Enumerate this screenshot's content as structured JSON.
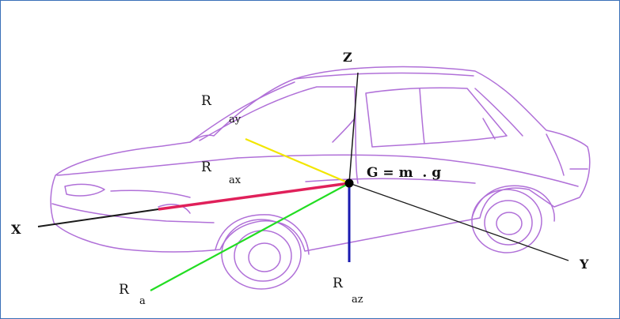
{
  "axes": {
    "z": "Z",
    "x": "X",
    "y": "Y"
  },
  "labels": {
    "ray_R": "R",
    "ray_sub": "ay",
    "rax_R": "R",
    "rax_sub": "ax",
    "ra_R": "R",
    "ra_sub": "a",
    "raz_R": "R",
    "raz_sub": "az",
    "gravity": "G = m  . g"
  },
  "colors": {
    "frame": "#3a6fb8",
    "car_outline": "#b070d8",
    "axis_dark": "#1a1a1a",
    "rax": "#e0205a",
    "ray": "#f2e600",
    "ra": "#22dd22",
    "raz": "#1a1ab0",
    "point": "#000000"
  }
}
